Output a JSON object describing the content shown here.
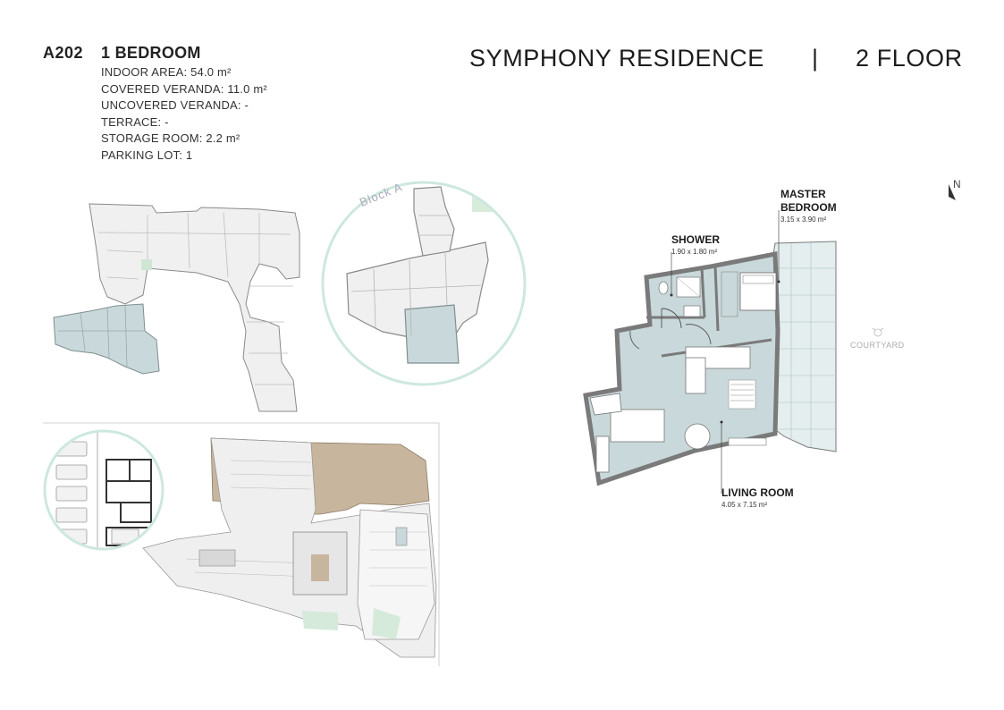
{
  "unit": {
    "code": "A202",
    "type": "1 BEDROOM",
    "specs": [
      "INDOOR AREA: 54.0 m²",
      "COVERED VERANDA: 11.0 m²",
      "UNCOVERED VERANDA: -",
      "TERRACE: -",
      "STORAGE ROOM: 2.2 m²",
      "PARKING LOT: 1"
    ]
  },
  "header": {
    "project": "SYMPHONY RESIDENCE",
    "separator": "|",
    "floor": "2 FLOOR"
  },
  "rooms": {
    "master_bedroom": {
      "label_line1": "MASTER",
      "label_line2": "BEDROOM",
      "dims": "3.15 x 3.90 m²"
    },
    "shower": {
      "label": "SHOWER",
      "dims": "1.90 x 1.80 m²"
    },
    "living_room": {
      "label": "LIVING ROOM",
      "dims": "4.05 x 7.15 m²"
    }
  },
  "plan_labels": {
    "courtyard": "COURTYARD",
    "north": "N",
    "block": "Block A"
  },
  "colors": {
    "highlight": "#c9d8da",
    "circle_outline": "#cde8de",
    "building_fill": "#f0f0f0",
    "building_stroke": "#888888",
    "wall": "#7a7a7a",
    "veranda": "#e4eeef",
    "tan": "#c8b59d"
  }
}
